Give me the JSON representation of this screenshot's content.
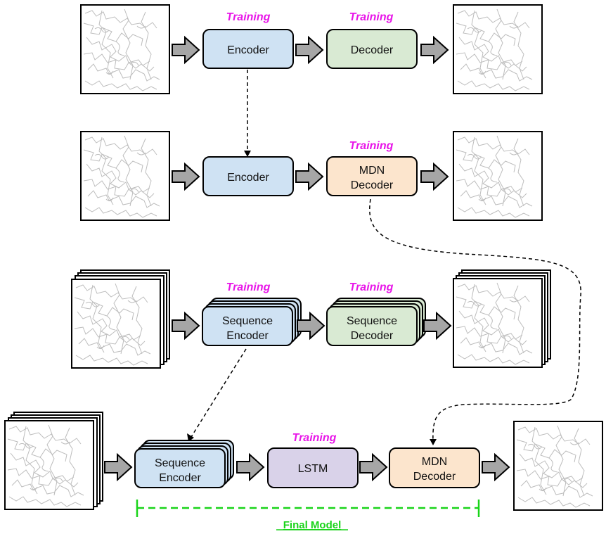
{
  "colors": {
    "blue": "#cfe2f3",
    "green": "#d9ead3",
    "orange": "#fce5cd",
    "purple": "#d9d2e9",
    "training": "#e815e8",
    "final": "#19d419",
    "arrow": "#a6a6a6"
  },
  "training_label": "Training",
  "row1": {
    "encoder": "Encoder",
    "decoder": "Decoder"
  },
  "row2": {
    "encoder": "Encoder",
    "mdn_line1": "MDN",
    "mdn_line2": "Decoder"
  },
  "row3": {
    "enc_line1": "Sequence",
    "enc_line2": "Encoder",
    "dec_line1": "Sequence",
    "dec_line2": "Decoder"
  },
  "row4": {
    "enc_line1": "Sequence",
    "enc_line2": "Encoder",
    "lstm": "LSTM",
    "mdn_line1": "MDN",
    "mdn_line2": "Decoder"
  },
  "final_model": "Final Model"
}
